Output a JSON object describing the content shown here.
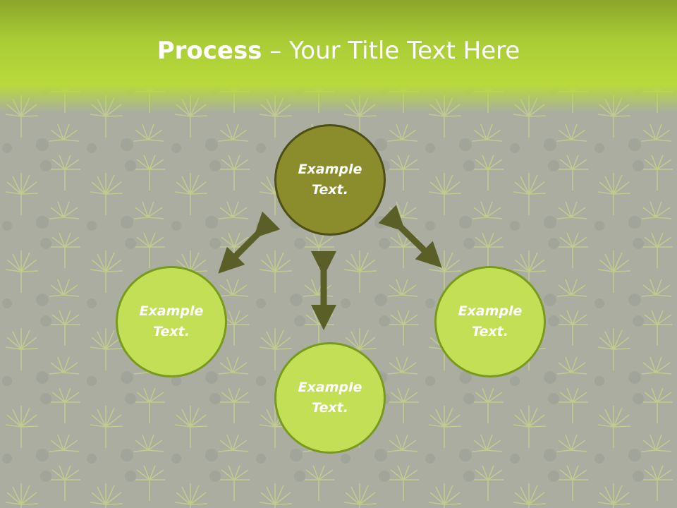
{
  "slide": {
    "title_bold": "Process",
    "title_rest": " – Your Title Text Here"
  },
  "nodes": {
    "center": "Example Text.",
    "left": "Example Text.",
    "right": "Example Text.",
    "bottom": "Example Text."
  },
  "colors": {
    "header": "#a9cc36",
    "center_fill": "#8b8c2c",
    "sub_fill": "#c3df55",
    "arrow": "#5a5f28",
    "background": "#a9ab9e"
  }
}
